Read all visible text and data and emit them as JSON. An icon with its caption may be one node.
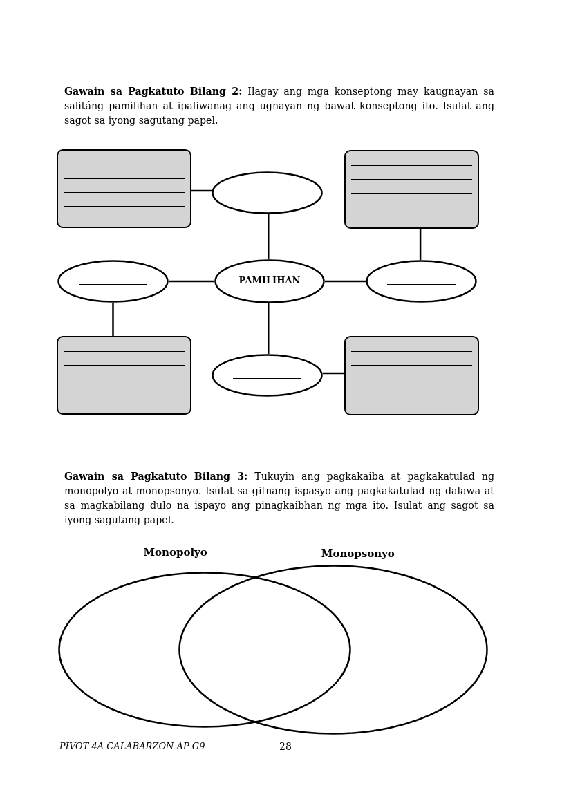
{
  "diagram": {
    "nodes": [
      {
        "text": [],
        "shape": "box"
      },
      {
        "text": [],
        "shape": "ellipse"
      },
      {
        "text": [],
        "shape": "box"
      },
      {
        "text": [],
        "shape": "ellipse"
      },
      {
        "text": [
          "PAMILIHAN"
        ]
      },
      {
        "text": [],
        "shape": "ellipse"
      },
      {
        "text": [],
        "shape": "box"
      },
      {
        "text": [],
        "shape": "ellipse"
      },
      {
        "text": [],
        "shape": "box"
      },
      {
        "text": [
          "Monopolyo"
        ]
      },
      {
        "text": [
          "Monopsonyo"
        ]
      }
    ],
    "edges": [
      {
        "from": 0,
        "to": 1,
        "arrow": "none"
      },
      {
        "from": 1,
        "to": 4,
        "arrow": "none"
      },
      {
        "from": 2,
        "to": 5,
        "arrow": "none"
      },
      {
        "from": 3,
        "to": 4,
        "arrow": "none"
      },
      {
        "from": 4,
        "to": 5,
        "arrow": "none"
      },
      {
        "from": 3,
        "to": 6,
        "arrow": "none"
      },
      {
        "from": 4,
        "to": 7,
        "arrow": "none"
      },
      {
        "from": 7,
        "to": 8,
        "arrow": "none"
      }
    ],
    "labels": [
      "**Gawain sa Pagkatuto Bilang 2:** Ilagay ang mga konseptong may kaugnayan sa salitáng pamilihan at ipaliwanag ang ugnayan ng bawat konseptong ito. Isulat ang sagot sa iyong sagutang papel.",
      "**Gawain sa Pagkatuto Bilang 3:** Tukuyin ang pagkakaiba at pagkakatulad ng monopolyo at monopsonyo. Isulat sa gitnang ispasyo ang pagkakatulad ng dalawa at sa magkabilang dulo na ispayo ang pinagkaibhan ng mga ito. Isulat ang sagot sa iyong sagutang papel.",
      "PIVOT 4A CALABARZON AP G9",
      "28"
    ]
  }
}
